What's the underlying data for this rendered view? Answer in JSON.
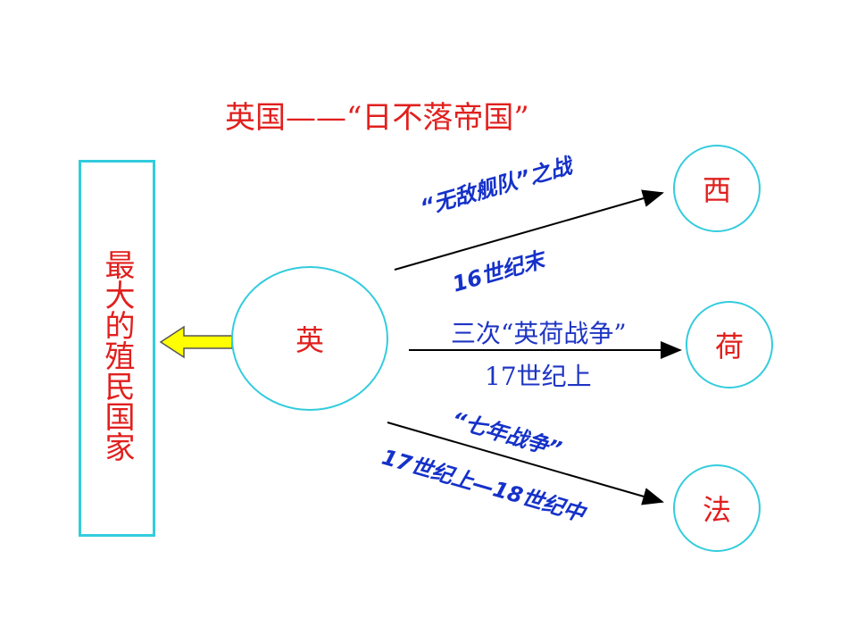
{
  "title": "英国——“日不落帝国”",
  "left_box": {
    "text": "最大的殖民国家"
  },
  "center": {
    "label": "英"
  },
  "targets": {
    "spain": "西",
    "netherlands": "荷",
    "france": "法"
  },
  "links": {
    "spain": {
      "event": "“无敌舰队”之战",
      "time": "16世纪末"
    },
    "netherlands": {
      "event": "三次“英荷战争”",
      "time": "17世纪上"
    },
    "france": {
      "event": "“七年战争”",
      "time": "17世纪上—18世纪中"
    }
  },
  "colors": {
    "accent_red": "#e0201e",
    "circle_cyan": "#33ccdd",
    "label_blue": "#1f35c4",
    "arrow_yellow": "#ffff00"
  }
}
